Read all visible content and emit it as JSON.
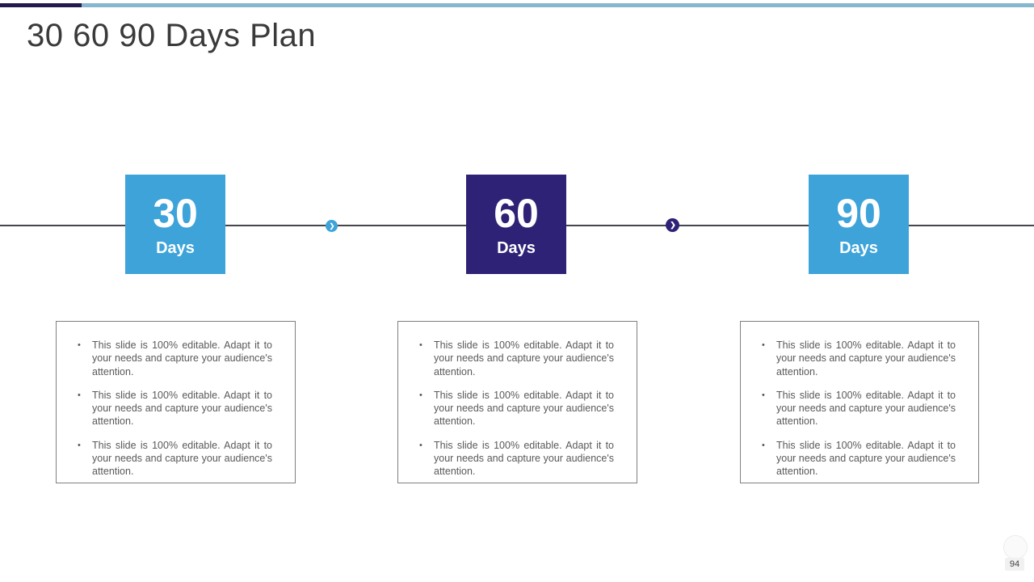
{
  "slide": {
    "title": "30 60 90 Days Plan",
    "page_number": "94"
  },
  "colors": {
    "topbar_dark": "#241b4b",
    "topbar_light": "#85b7ce",
    "accent_blue": "#3da3d9",
    "accent_indigo": "#2e2276",
    "timeline_line": "#46464e",
    "body_text": "#595959",
    "box_border": "#7f7f7f"
  },
  "timeline": {
    "milestones": [
      {
        "value": "30",
        "unit": "Days",
        "color": "#3da3d9"
      },
      {
        "value": "60",
        "unit": "Days",
        "color": "#2e2276"
      },
      {
        "value": "90",
        "unit": "Days",
        "color": "#3da3d9"
      }
    ],
    "connectors": [
      {
        "icon": "chevron-right-icon",
        "glyph": "❯",
        "color": "#3da3d9"
      },
      {
        "icon": "chevron-right-icon",
        "glyph": "❯",
        "color": "#2e2276"
      }
    ]
  },
  "ui": {
    "bullet_glyph": "•"
  },
  "columns": [
    {
      "items": [
        "This slide is 100% editable. Adapt it to your needs and capture your audience's attention.",
        "This slide is 100% editable. Adapt it to your needs and capture your audience's attention.",
        "This slide is 100% editable. Adapt it to your needs and capture your audience's attention."
      ]
    },
    {
      "items": [
        "This slide is 100% editable. Adapt it to your needs and capture your audience's attention.",
        "This slide is 100% editable. Adapt it to your needs and capture your audience's attention.",
        "This slide is 100% editable. Adapt it to your needs and capture your audience's attention."
      ]
    },
    {
      "items": [
        "This slide is 100% editable. Adapt it to your needs and capture your audience's attention.",
        "This slide is 100% editable. Adapt it to your needs and capture your audience's attention.",
        "This slide is 100% editable. Adapt it to your needs and capture your audience's attention."
      ]
    }
  ]
}
